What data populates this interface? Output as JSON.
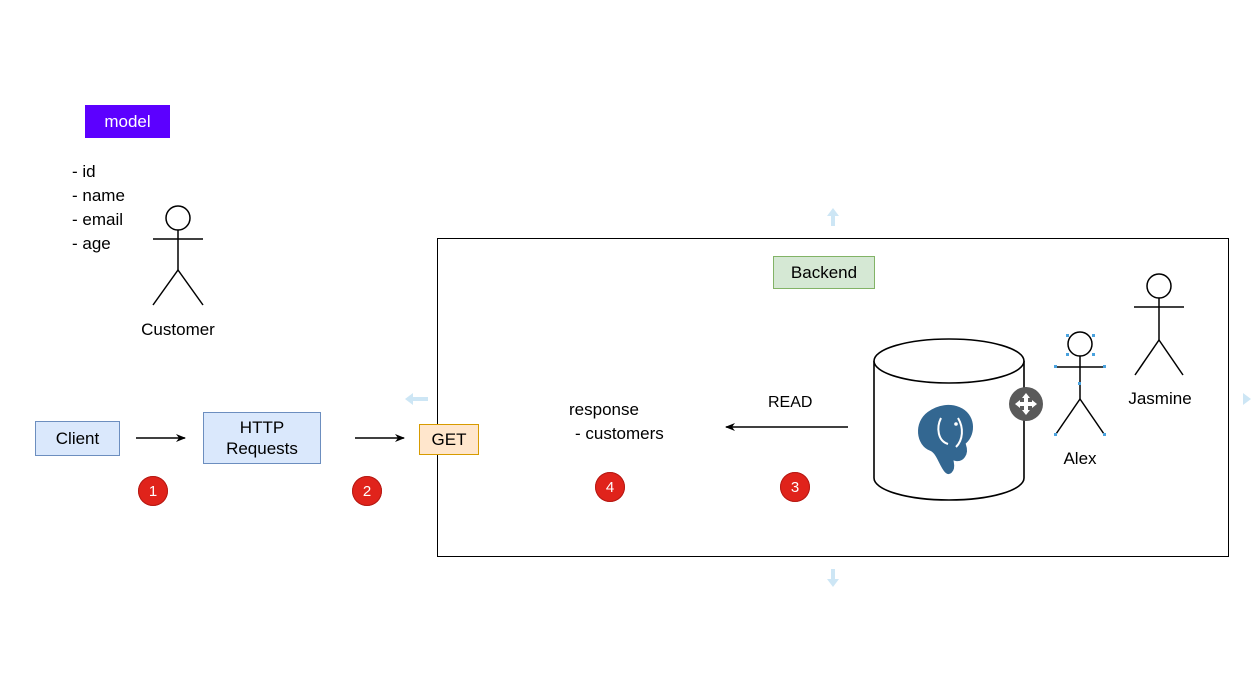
{
  "model": {
    "title": "model",
    "fields": [
      "- id",
      "- name",
      "- email",
      "- age"
    ]
  },
  "actors": {
    "customer": "Customer",
    "alex": "Alex",
    "jasmine": "Jasmine"
  },
  "flow": {
    "client": "Client",
    "http_line1": "HTTP",
    "http_line2": "Requests",
    "get": "GET"
  },
  "backend": {
    "title": "Backend",
    "response_line1": "response",
    "response_line2": "- customers",
    "read_label": "READ",
    "database_icon": "postgresql-elephant-icon"
  },
  "steps": [
    "1",
    "2",
    "3",
    "4"
  ],
  "colors": {
    "model_tag": "#5c00ff",
    "client_fill": "#dae8fc",
    "get_fill": "#ffe6cc",
    "backend_fill": "#d5e8d4",
    "badge": "#e0231b",
    "postgres_blue": "#336791"
  }
}
